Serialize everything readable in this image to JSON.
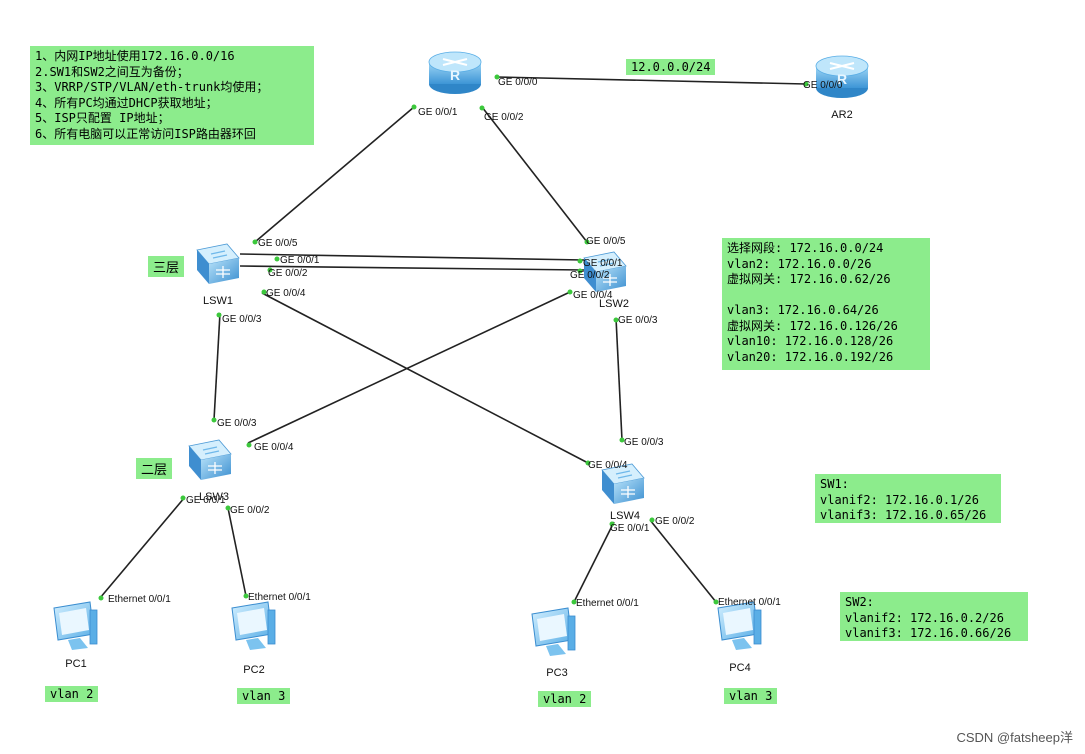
{
  "requirements": [
    "1、内网IP地址使用172.16.0.0/16",
    "2.SW1和SW2之间互为备份；",
    "3、VRRP/STP/VLAN/eth-trunk均使用；",
    "4、所有PC均通过DHCP获取地址；",
    "5、ISP只配置 IP地址；",
    "6、所有电脑可以正常访问ISP路由器环回"
  ],
  "subnet_plan": [
    "选择网段: 172.16.0.0/24",
    "vlan2: 172.16.0.0/26",
    "虚拟网关: 172.16.0.62/26",
    "",
    "vlan3: 172.16.0.64/26",
    "虚拟网关: 172.16.0.126/26",
    "vlan10: 172.16.0.128/26",
    "vlan20: 172.16.0.192/26"
  ],
  "sw1_config": [
    "SW1:",
    "vlanif2: 172.16.0.1/26",
    "vlanif3: 172.16.0.65/26"
  ],
  "sw2_config": [
    "SW2:",
    "vlanif2: 172.16.0.2/26",
    "vlanif3: 172.16.0.66/26"
  ],
  "layer_tags": {
    "core": "三层",
    "access": "二层"
  },
  "wan_label": "12.0.0.0/24",
  "devices": {
    "ar2": "AR2",
    "lsw1": "LSW1",
    "lsw2": "LSW2",
    "lsw3": "LSW3",
    "lsw4": "LSW4",
    "pc1": "PC1",
    "pc2": "PC2",
    "pc3": "PC3",
    "pc4": "PC4"
  },
  "vlan_tags": {
    "pc1": "vlan 2",
    "pc2": "vlan 3",
    "pc3": "vlan 2",
    "pc4": "vlan 3"
  },
  "ports": {
    "ar1_g000": "GE 0/0/0",
    "ar2_g000": "GE 0/0/0",
    "ar1_g001": "GE 0/0/1",
    "ar1_g002": "GE 0/0/2",
    "lsw1_g005": "GE 0/0/5",
    "lsw1_g001": "GE 0/0/1",
    "lsw1_g002": "GE 0/0/2",
    "lsw1_g004": "GE 0/0/4",
    "lsw1_g003": "GE 0/0/3",
    "lsw2_g005": "GE 0/0/5",
    "lsw2_g001": "GE 0/0/1",
    "lsw2_g002": "GE 0/0/2",
    "lsw2_g004": "GE 0/0/4",
    "lsw2_g003": "GE 0/0/3",
    "lsw3_g003": "GE 0/0/3",
    "lsw3_g004": "GE 0/0/4",
    "lsw3_g001": "GE 0/0/1",
    "lsw3_g002": "GE 0/0/2",
    "lsw4_g003": "GE 0/0/3",
    "lsw4_g004": "GE 0/0/4",
    "lsw4_g001": "GE 0/0/1",
    "lsw4_g002": "GE 0/0/2",
    "pc1_eth": "Ethernet 0/0/1",
    "pc2_eth": "Ethernet 0/0/1",
    "pc3_eth": "Ethernet 0/0/1",
    "pc4_eth": "Ethernet 0/0/1"
  },
  "watermark": "CSDN @fatsheep洋",
  "colors": {
    "note_bg": "#8cec8c",
    "device_blue": "#4fa8e0",
    "link_dot": "#3cc83c"
  }
}
